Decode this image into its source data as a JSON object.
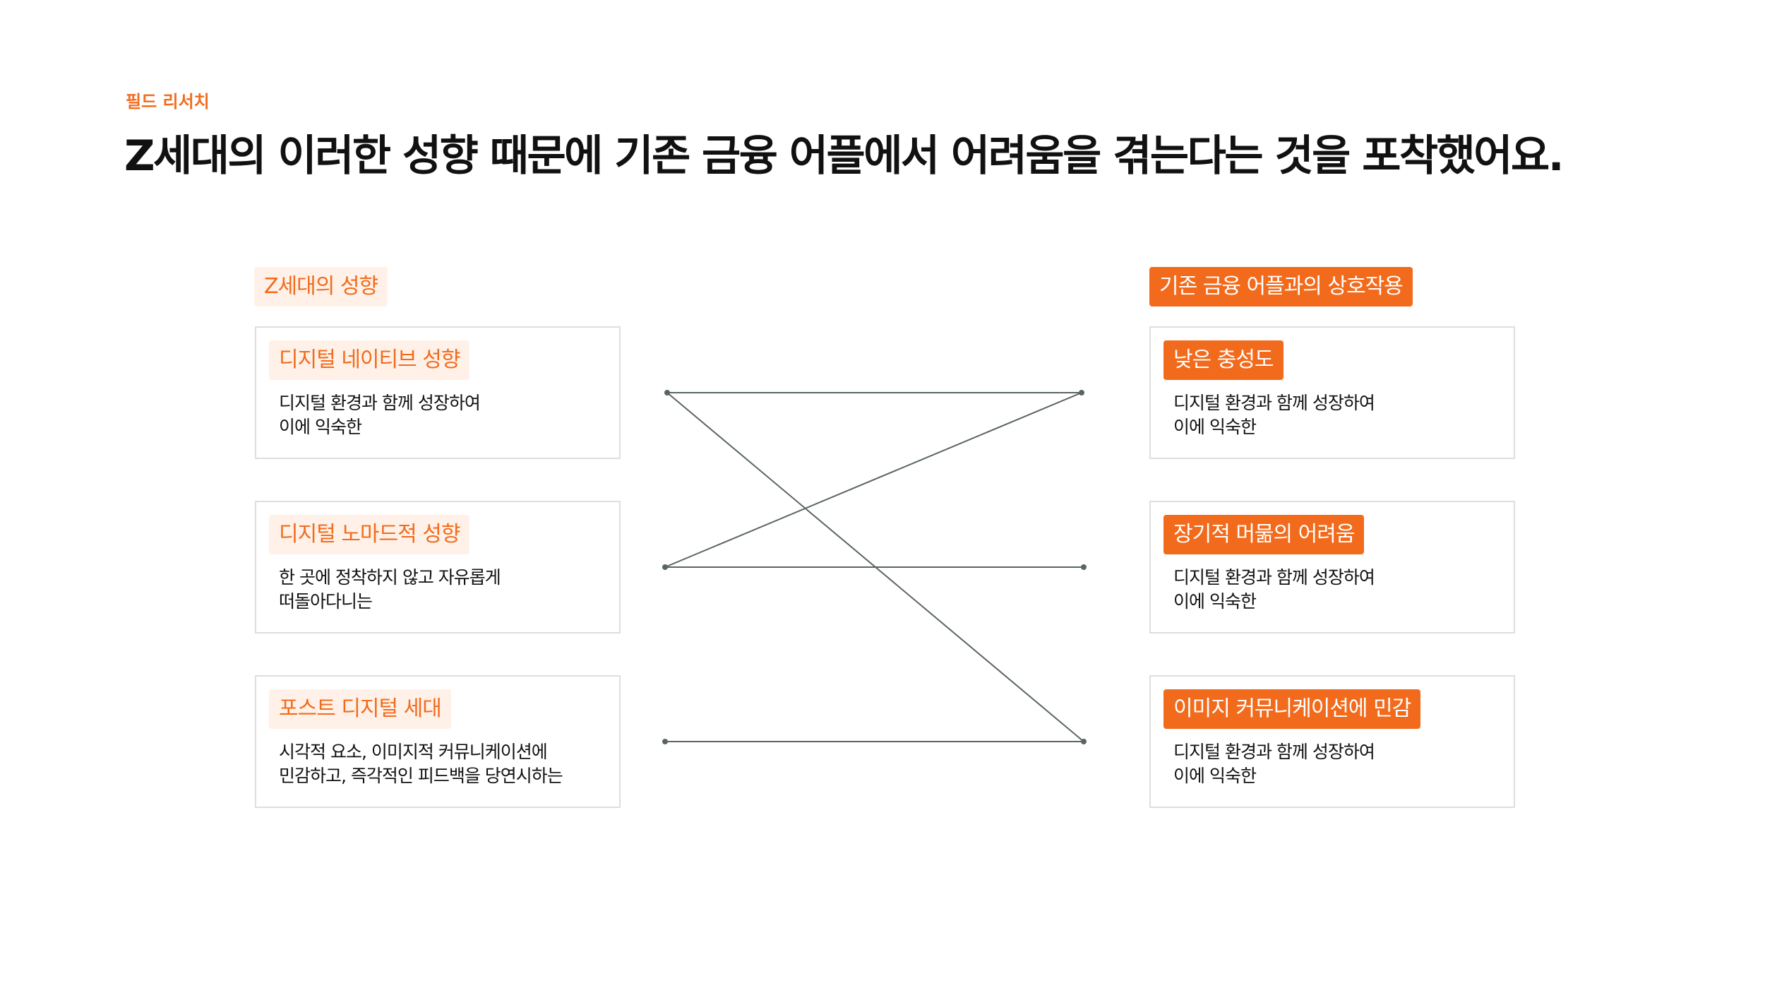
{
  "header": {
    "section_label": "필드 리서치",
    "title": "Z세대의 이러한 성향 때문에 기존 금융 어플에서 어려움을 겪는다는 것을 포착했어요."
  },
  "left_column": {
    "title": "Z세대의 성향",
    "cards": [
      {
        "tag": "디지털 네이티브 성향",
        "lines": [
          "디지털 환경과 함께 성장하여",
          "이에 익숙한"
        ]
      },
      {
        "tag": "디지털 노마드적 성향",
        "lines": [
          "한 곳에 정착하지 않고 자유롭게",
          "떠돌아다니는"
        ]
      },
      {
        "tag": "포스트 디지털 세대",
        "lines": [
          "시각적 요소, 이미지적 커뮤니케이션에",
          "민감하고, 즉각적인 피드백을 당연시하는"
        ]
      }
    ]
  },
  "right_column": {
    "title": "기존 금융 어플과의 상호작용",
    "cards": [
      {
        "tag": "낮은 충성도",
        "lines": [
          "디지털 환경과 함께 성장하여",
          "이에 익숙한"
        ]
      },
      {
        "tag": "장기적 머묾의 어려움",
        "lines": [
          "디지털 환경과 함께 성장하여",
          "이에 익숙한"
        ]
      },
      {
        "tag": "이미지 커뮤니케이션에 민감",
        "lines": [
          "디지털 환경과 함께 성장하여",
          "이에 익숙한"
        ]
      }
    ]
  },
  "connections": [
    {
      "from": 0,
      "to": 2
    },
    {
      "from": 1,
      "to": 0
    },
    {
      "from": 0,
      "to": 0
    },
    {
      "from": 1,
      "to": 1
    },
    {
      "from": 2,
      "to": 2
    }
  ],
  "colors": {
    "accent": "#f26b1d",
    "accent_soft": "#fff1e8",
    "card_border": "#dedede",
    "connector": "#5a6560"
  }
}
